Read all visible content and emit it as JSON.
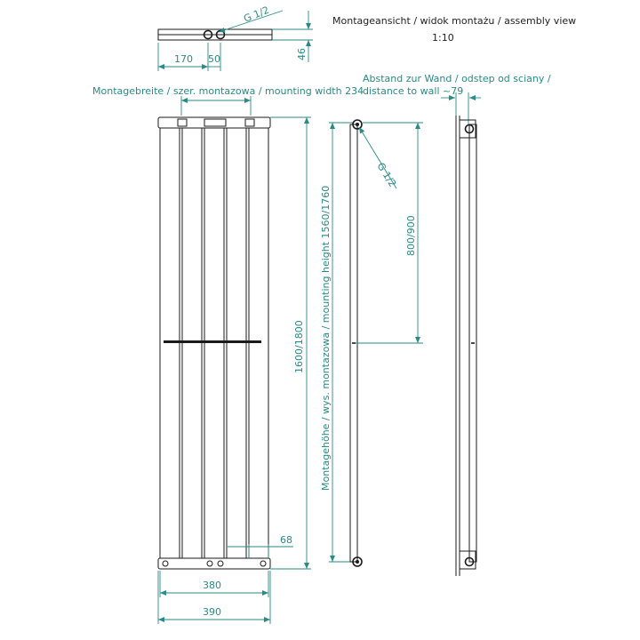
{
  "title": {
    "line1": "Montageansicht / widok montażu / assembly view",
    "scale": "1:10"
  },
  "top_view": {
    "thread": "G 1/2",
    "dim_170": "170",
    "dim_50": "50",
    "dim_46": "46"
  },
  "front_view": {
    "mounting_width": "Montagebreite / szer. montazowa / mounting width 234",
    "height": "1600/1800",
    "dim_68": "68",
    "dim_380": "380",
    "dim_390": "390"
  },
  "side_view": {
    "thread": "G 1/2",
    "mounting_height": "Montagehöhe / wys. montazowa / mounting height  1560/1760",
    "dim_800_900": "800/900",
    "wall_line1": "Abstand zur Wand / odstep od sciany /",
    "wall_line2": "distance to wall ~79"
  },
  "colors": {
    "dimension": "#2a8a86",
    "ink": "#1a1a1a"
  }
}
